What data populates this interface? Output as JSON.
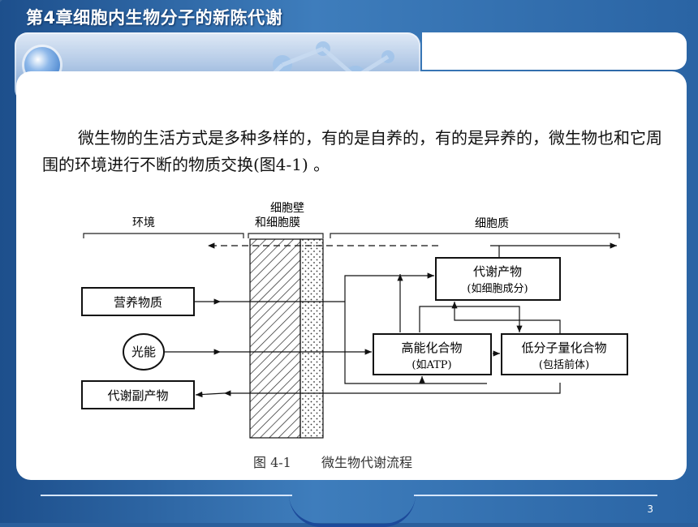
{
  "slide": {
    "title": "第4章细胞内生物分子的新陈代谢",
    "page_number": "3"
  },
  "body": {
    "paragraph": "微生物的生活方式是多种多样的，有的是自养的，有的是异养的，微生物也和它周围的环境进行不断的物质交换(图4-1) 。"
  },
  "figure": {
    "wall_label_line1": "细胞壁",
    "wall_label_line2": "和细胞膜",
    "env_label": "环境",
    "cyto_label": "细胞质",
    "nutrient_box": "营养物质",
    "light_circle": "光能",
    "byproduct_box": "代谢副产物",
    "metabolite_box_line1": "代谢产物",
    "metabolite_box_line2": "(如细胞成分)",
    "atp_box_line1": "高能化合物",
    "atp_box_line2": "(如ATP)",
    "lowmw_box_line1": "低分子量化合物",
    "lowmw_box_line2": "(包括前体)",
    "caption_number": "图 4-1",
    "caption_text": "微生物代谢流程"
  }
}
